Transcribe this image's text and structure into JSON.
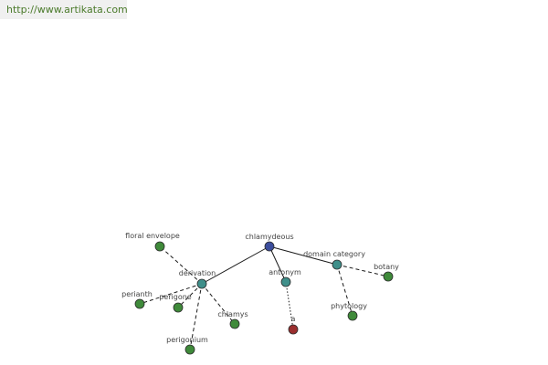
{
  "header": {
    "url_text": "http://www.artikata.com"
  },
  "colors": {
    "root": "#3b4d9c",
    "relation": "#3f8f8a",
    "leaf": "#3f8a3a",
    "antonym_leaf": "#9a2e2e",
    "node_stroke": "#2b2b2b",
    "edge": "#1a1a1a"
  },
  "graph": {
    "nodes": [
      {
        "id": "chlamydeous",
        "label": "chlamydeous",
        "kind": "root"
      },
      {
        "id": "derivation",
        "label": "derivation",
        "kind": "relation"
      },
      {
        "id": "antonym",
        "label": "antonym",
        "kind": "relation"
      },
      {
        "id": "domain_category",
        "label": "domain category",
        "kind": "relation"
      },
      {
        "id": "floral_envelope",
        "label": "floral envelope",
        "kind": "leaf"
      },
      {
        "id": "perianth",
        "label": "perianth",
        "kind": "leaf"
      },
      {
        "id": "perigone",
        "label": "perigone",
        "kind": "leaf"
      },
      {
        "id": "chlamys",
        "label": "chlamys",
        "kind": "leaf"
      },
      {
        "id": "perigonium",
        "label": "perigonium",
        "kind": "leaf"
      },
      {
        "id": "a",
        "label": "a",
        "kind": "antonym_leaf"
      },
      {
        "id": "botany",
        "label": "botany",
        "kind": "leaf"
      },
      {
        "id": "phytology",
        "label": "phytology",
        "kind": "leaf"
      }
    ],
    "edges": [
      {
        "from": "chlamydeous",
        "to": "derivation",
        "style": "solid"
      },
      {
        "from": "chlamydeous",
        "to": "antonym",
        "style": "solid"
      },
      {
        "from": "chlamydeous",
        "to": "domain_category",
        "style": "solid"
      },
      {
        "from": "derivation",
        "to": "floral_envelope",
        "style": "dashed"
      },
      {
        "from": "derivation",
        "to": "perianth",
        "style": "dashed"
      },
      {
        "from": "derivation",
        "to": "perigone",
        "style": "dashed"
      },
      {
        "from": "derivation",
        "to": "chlamys",
        "style": "dashed"
      },
      {
        "from": "derivation",
        "to": "perigonium",
        "style": "dashed"
      },
      {
        "from": "antonym",
        "to": "a",
        "style": "dotted"
      },
      {
        "from": "domain_category",
        "to": "botany",
        "style": "dashed"
      },
      {
        "from": "domain_category",
        "to": "phytology",
        "style": "dashed"
      }
    ]
  }
}
